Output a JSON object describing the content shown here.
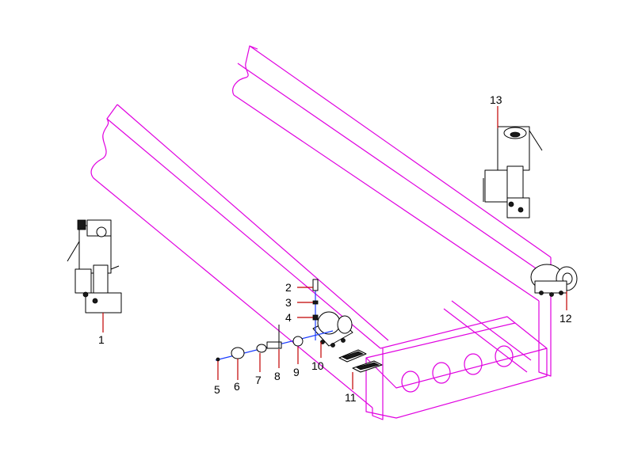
{
  "callouts": [
    {
      "id": "1",
      "label": "1"
    },
    {
      "id": "2",
      "label": "2"
    },
    {
      "id": "3",
      "label": "3"
    },
    {
      "id": "4",
      "label": "4"
    },
    {
      "id": "5",
      "label": "5"
    },
    {
      "id": "6",
      "label": "6"
    },
    {
      "id": "7",
      "label": "7"
    },
    {
      "id": "8",
      "label": "8"
    },
    {
      "id": "9",
      "label": "9"
    },
    {
      "id": "10",
      "label": "10"
    },
    {
      "id": "11",
      "label": "11"
    },
    {
      "id": "12",
      "label": "12"
    },
    {
      "id": "13",
      "label": "13"
    }
  ],
  "colors": {
    "frame": "#e000e0",
    "leader": "#c00000",
    "axis": "#1a3cff",
    "part": "#000000"
  }
}
